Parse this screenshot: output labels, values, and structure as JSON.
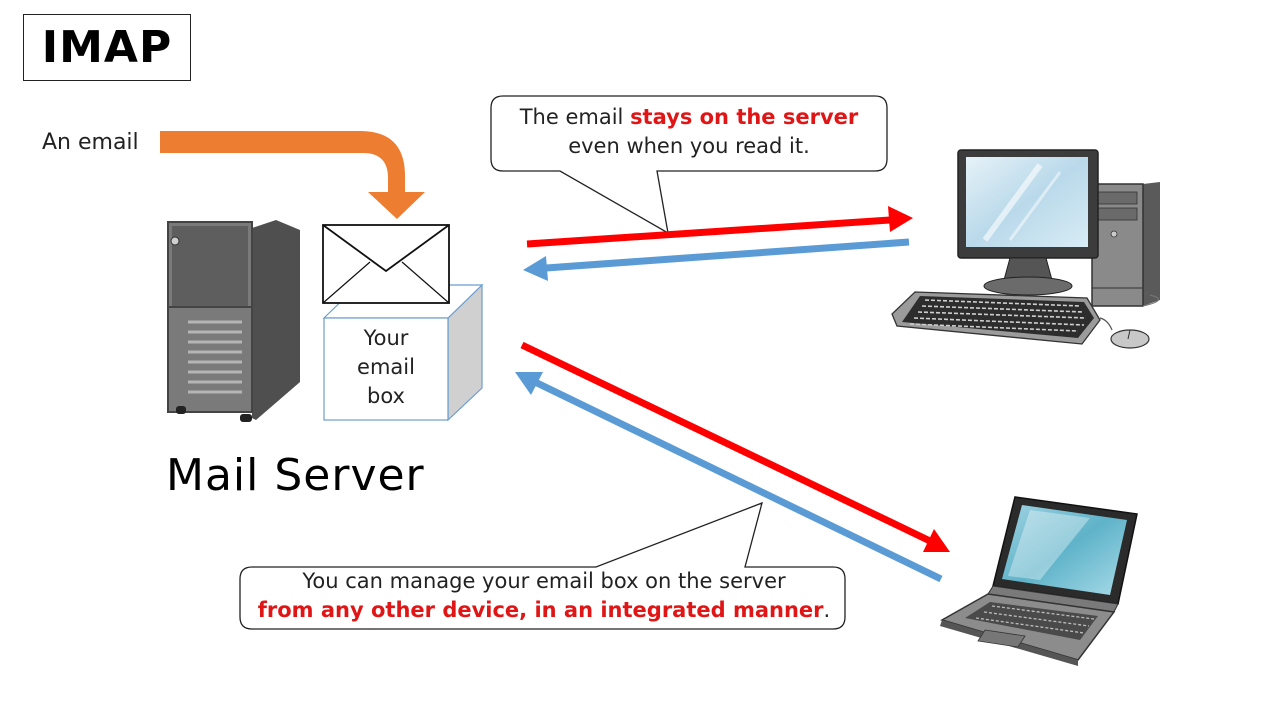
{
  "title": "IMAP",
  "incoming_label": "An email",
  "mailbox_label": "Your email box",
  "server_label": "Mail Server",
  "callout_top": {
    "before": "The email ",
    "highlight": "stays on the server",
    "after": "even when you read it."
  },
  "callout_bottom": {
    "before": "You can manage your email box on the server",
    "highlight": "from any other device, in an integrated manner",
    "after": "."
  },
  "colors": {
    "send_arrow": "#ff0000",
    "receive_arrow": "#5b9bd5",
    "incoming_arrow": "#ed7d31",
    "highlight_text": "#e01515"
  }
}
